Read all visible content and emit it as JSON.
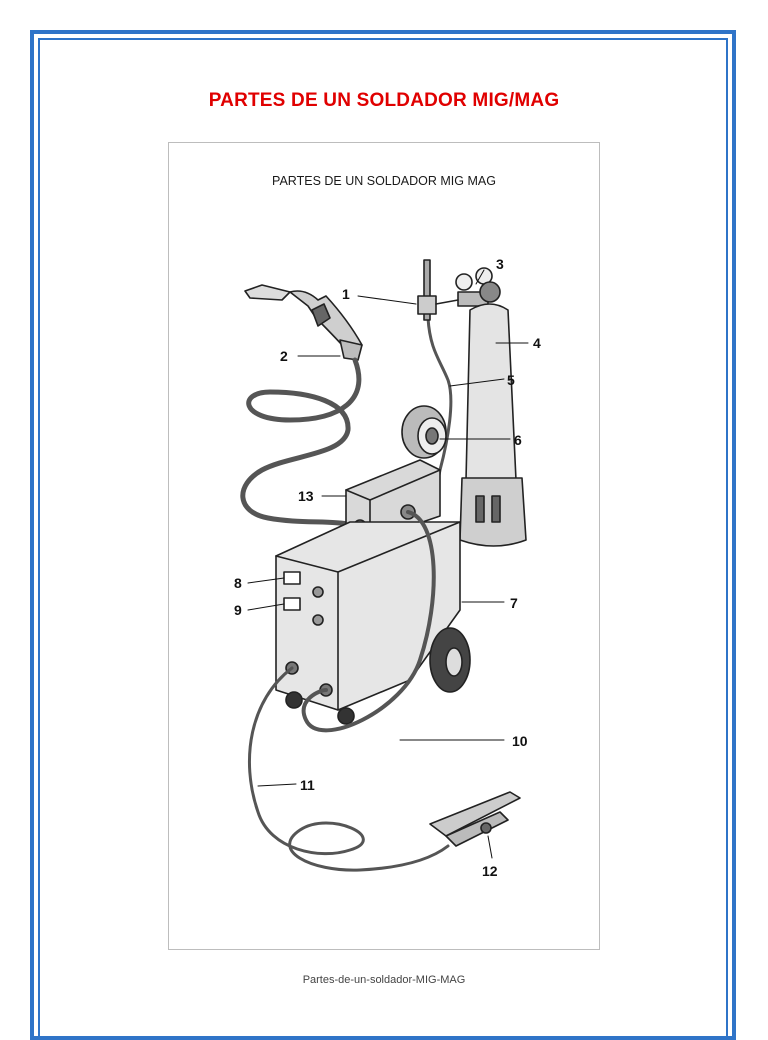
{
  "document": {
    "title": "PARTES DE UN SOLDADOR MIG/MAG",
    "figure_title": "PARTES DE UN SOLDADOR MIG MAG",
    "caption": "Partes-de-un-soldador-MIG-MAG"
  },
  "diagram": {
    "callouts": [
      "1",
      "2",
      "3",
      "4",
      "5",
      "6",
      "7",
      "8",
      "9",
      "10",
      "11",
      "12",
      "13"
    ]
  },
  "colors": {
    "frame": "#2f74c8",
    "title": "#e00000"
  }
}
